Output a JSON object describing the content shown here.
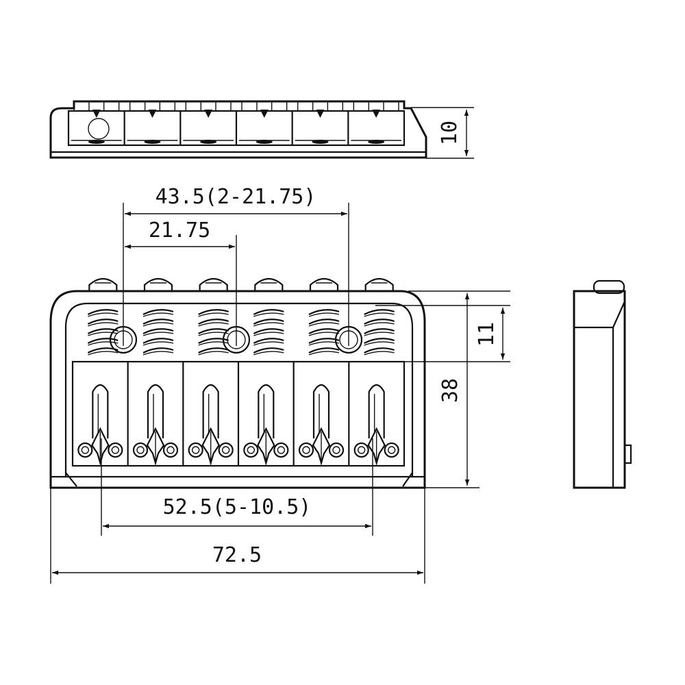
{
  "diagram": {
    "title": "",
    "stroke_color": "#111111",
    "background": "#ffffff",
    "saddle_count": 6,
    "spring_count": 6,
    "mount_hole_count": 3
  },
  "dimensions": {
    "height_top_view": "10",
    "mount_hole_span": "43.5(2-21.75)",
    "mount_hole_spacing": "21.75",
    "string_spacing": "52.5(5-10.5)",
    "overall_width": "72.5",
    "overall_depth": "38",
    "hole_offset": "11"
  }
}
